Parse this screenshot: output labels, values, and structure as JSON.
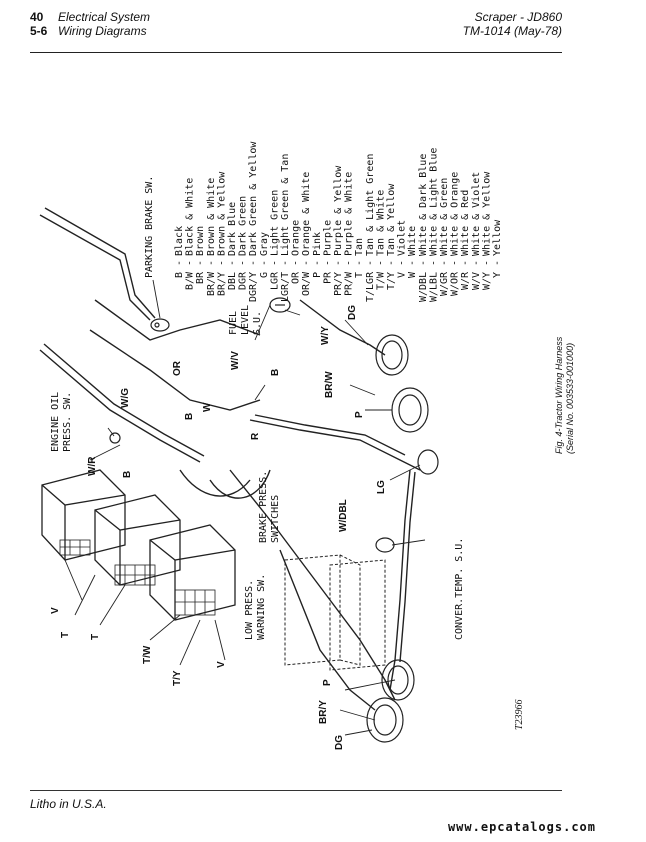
{
  "header": {
    "left": [
      {
        "num": "40",
        "text": "Electrical System"
      },
      {
        "num": "5-6",
        "text": "Wiring Diagrams"
      }
    ],
    "right": [
      {
        "text": "Scraper - JD860"
      },
      {
        "text": "TM-1014   (May-78)"
      }
    ]
  },
  "legend": [
    {
      "code": "B",
      "name": "Black"
    },
    {
      "code": "B/W",
      "name": "Black & White"
    },
    {
      "code": "BR",
      "name": "Brown"
    },
    {
      "code": "BR/W",
      "name": "Brown & White"
    },
    {
      "code": "BR/Y",
      "name": "Brown & Yellow"
    },
    {
      "code": "DBL",
      "name": "Dark Blue"
    },
    {
      "code": "DGR",
      "name": "Dark Green"
    },
    {
      "code": "DGR/Y",
      "name": "Dark Green & Yellow"
    },
    {
      "code": "G",
      "name": "Gray"
    },
    {
      "code": "LGR",
      "name": "Light Green"
    },
    {
      "code": "LGR/T",
      "name": "Light Green & Tan"
    },
    {
      "code": "OR",
      "name": "Orange"
    },
    {
      "code": "OR/W",
      "name": "Orange & White"
    },
    {
      "code": "P",
      "name": "Pink"
    },
    {
      "code": "PR",
      "name": "Purple"
    },
    {
      "code": "PR/Y",
      "name": "Purple & Yellow"
    },
    {
      "code": "PR/W",
      "name": "Purple & White"
    },
    {
      "code": "T",
      "name": "Tan"
    },
    {
      "code": "T/LGR",
      "name": "Tan & Light Green"
    },
    {
      "code": "T/W",
      "name": "Tan & White"
    },
    {
      "code": "T/Y",
      "name": "Tan & Yellow"
    },
    {
      "code": "V",
      "name": "Violet"
    },
    {
      "code": "W",
      "name": "White"
    },
    {
      "code": "W/DBL",
      "name": "White & Dark Blue"
    },
    {
      "code": "W/LBL",
      "name": "White & Light Blue"
    },
    {
      "code": "W/GR",
      "name": "White & Green"
    },
    {
      "code": "W/OR",
      "name": "White & Orange"
    },
    {
      "code": "W/R",
      "name": "White & Red"
    },
    {
      "code": "W/V",
      "name": "White & Violet"
    },
    {
      "code": "W/Y",
      "name": "White & Yellow"
    },
    {
      "code": "Y",
      "name": "Yellow"
    }
  ],
  "components": {
    "parking_brake": "PARKING BRAKE SW.",
    "engine_oil_l1": "ENGINE OIL",
    "engine_oil_l2": "PRESS. SW.",
    "fuel_l1": "FUEL",
    "fuel_l2": "LEVEL",
    "fuel_l3": "S.U.",
    "brake_l1": "BRAKE PRESS.",
    "brake_l2": "SWITCHES",
    "low_l1": "LOW PRESS.",
    "low_l2": "WARNING SW.",
    "conver": "CONVER.TEMP. S.U."
  },
  "wire_labels": {
    "w_v": "W/V",
    "w_y": "W/Y",
    "dg_top": "DG",
    "br_w": "BR/W",
    "p_right": "P",
    "lg": "LG",
    "w_dbl": "W/DBL",
    "w_g": "W/G",
    "or": "OR",
    "b1": "B",
    "w": "W",
    "b2": "B",
    "r": "R",
    "w_r": "W/R",
    "b3": "B",
    "v_left": "V",
    "t1": "T",
    "t2": "T",
    "t_w": "T/W",
    "t_y": "T/Y",
    "v_bottom": "V",
    "p_bottom": "P",
    "br_y": "BR/Y",
    "dg_bottom": "DG"
  },
  "caption": {
    "line1": "Fig. 4-Tractor Wiring Harness",
    "line2": "(Serial No. 003533-001000)"
  },
  "drawing_number": "T23966",
  "footer": "Litho in U.S.A.",
  "watermark": "www.epcatalogs.com"
}
